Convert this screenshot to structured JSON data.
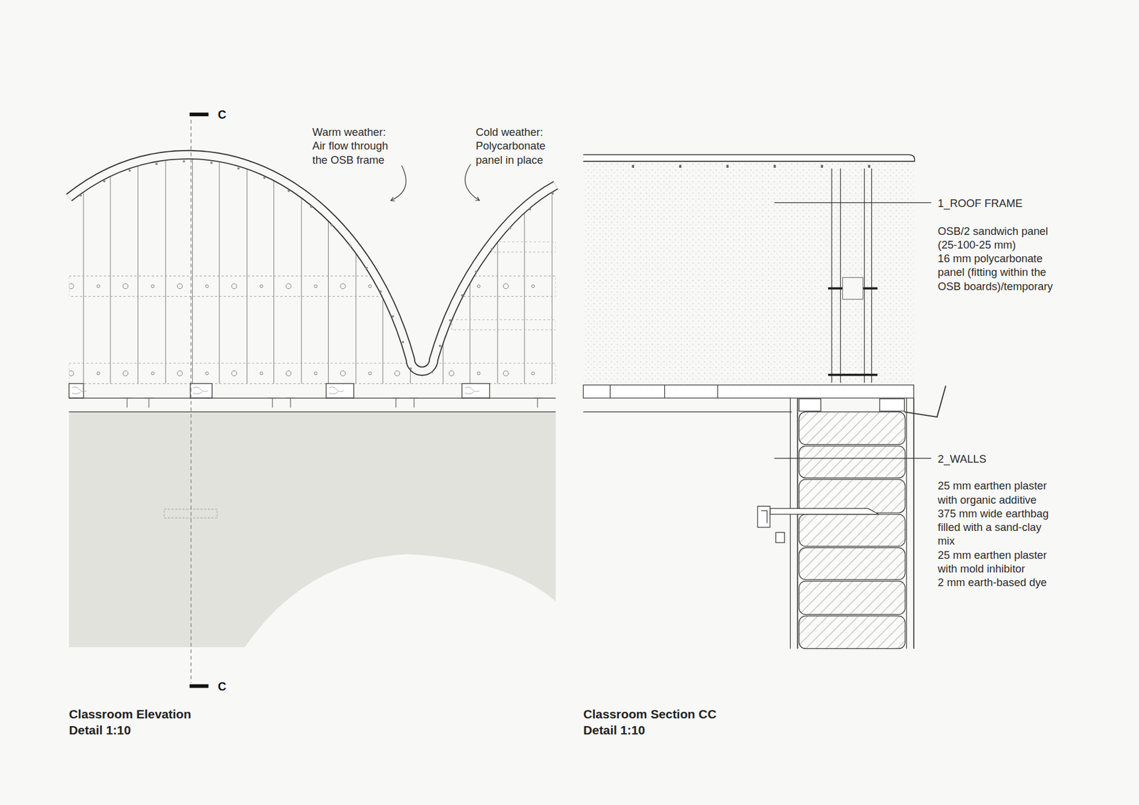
{
  "diagram": {
    "labels": [
      "C",
      "Warm weather: Air flow through the OSB frame",
      "Cold weather: Polycarbonate panel in place",
      "1_ROOF FRAME",
      "OSB/2 sandwich panel (25-100-25 mm)",
      "16 mm polycarbonate panel (fitting within the OSB boards)/temporary",
      "2_WALLS",
      "25 mm earthen plaster with organic additive",
      "375 mm wide earthbag filled with a sand-clay mix",
      "25 mm earthen plaster with mold inhibitor",
      "2 mm earth-based dye",
      "C",
      "Classroom Elevation Detail 1:10",
      "Classroom Section CC Detail 1:10"
    ]
  }
}
